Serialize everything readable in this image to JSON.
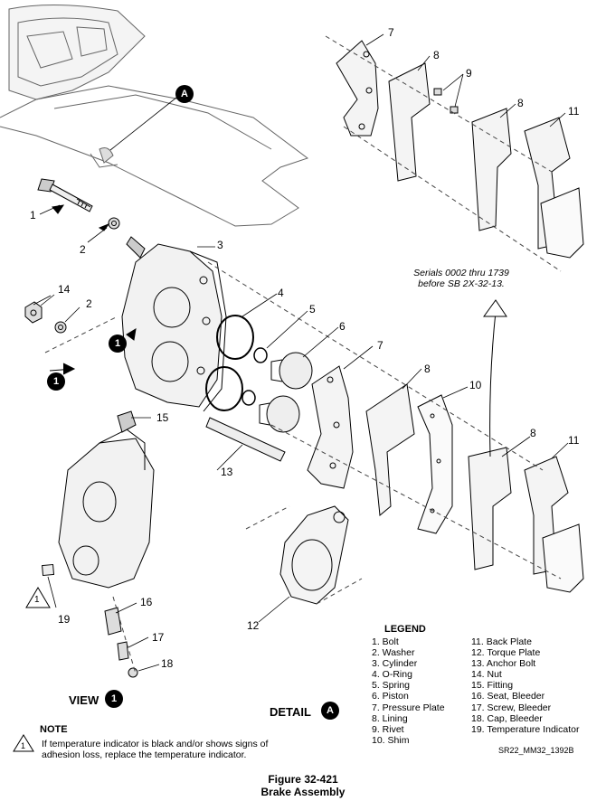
{
  "badges": {
    "view": "1",
    "detail": "A"
  },
  "callouts": {
    "c1": "1",
    "c2a": "2",
    "c2b": "2",
    "c3": "3",
    "c4": "4",
    "c5": "5",
    "c6": "6",
    "c7a": "7",
    "c7b": "7",
    "c8a": "8",
    "c8b": "8",
    "c8c": "8",
    "c8d": "8",
    "c9": "9",
    "c10": "10",
    "c11a": "11",
    "c11b": "11",
    "c12": "12",
    "c13": "13",
    "c14": "14",
    "c15": "15",
    "c16": "16",
    "c17": "17",
    "c18": "18",
    "c19": "19"
  },
  "serials_note": {
    "line1": "Serials 0002 thru 1739",
    "line2": "before SB 2X-32-13."
  },
  "legend": {
    "title": "LEGEND",
    "col1": [
      "1. Bolt",
      "2. Washer",
      "3. Cylinder",
      "4. O-Ring",
      "5. Spring",
      "6. Piston",
      "7. Pressure Plate",
      "8. Lining",
      "9. Rivet",
      "10. Shim"
    ],
    "col2": [
      "11. Back Plate",
      "12. Torque Plate",
      "13. Anchor Bolt",
      "14. Nut",
      "15. Fitting",
      "16. Seat, Bleeder",
      "17. Screw, Bleeder",
      "18. Cap, Bleeder",
      "19. Temperature Indicator"
    ]
  },
  "view_label": "VIEW",
  "detail_label": "DETAIL",
  "note": {
    "title": "NOTE",
    "warning_symbol": "1",
    "text": "If temperature indicator is black and/or shows signs of adhesion loss, replace the temperature indicator."
  },
  "drawing_code": "SR22_MM32_1392B",
  "figure": {
    "number": "Figure 32-421",
    "title": "Brake Assembly"
  }
}
